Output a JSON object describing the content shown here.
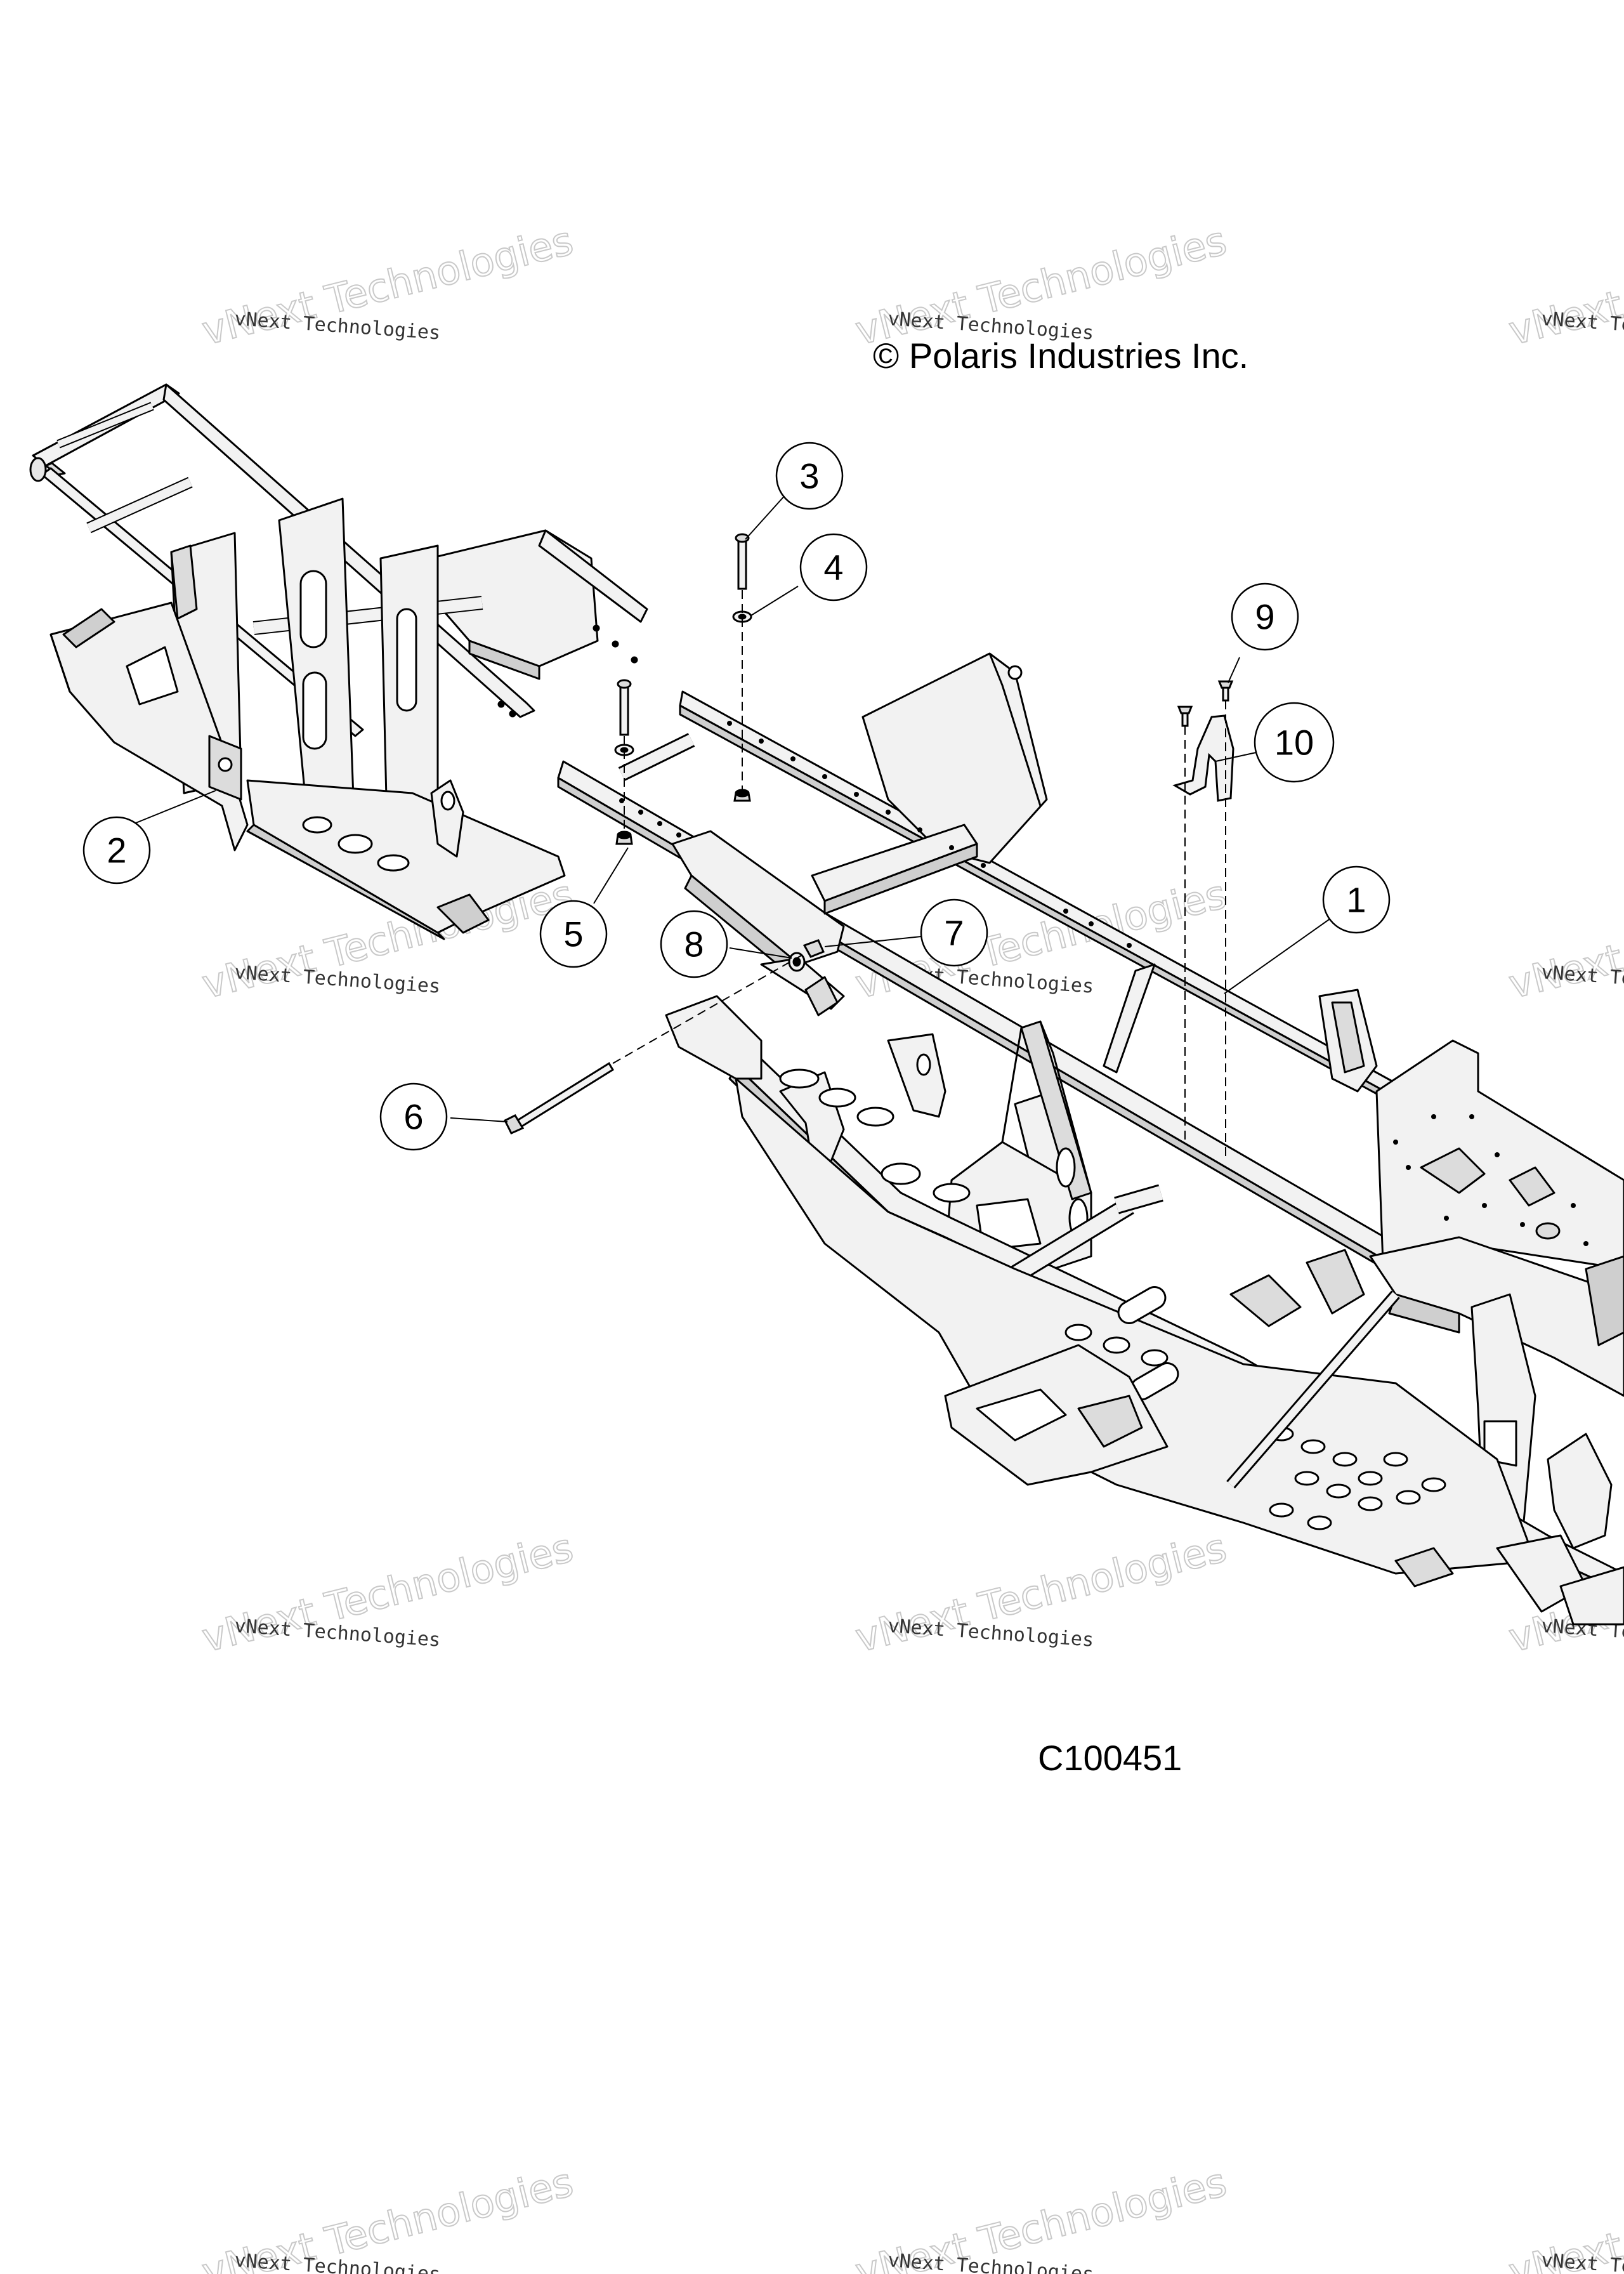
{
  "copyright": "© Polaris Industries Inc.",
  "figure_id": "C100451",
  "watermark": {
    "line1": "vNext Technologies",
    "line2": "vNext Technologies"
  },
  "callouts": [
    {
      "id": "callout-1",
      "label": "1"
    },
    {
      "id": "callout-2",
      "label": "2"
    },
    {
      "id": "callout-3",
      "label": "3"
    },
    {
      "id": "callout-4",
      "label": "4"
    },
    {
      "id": "callout-5",
      "label": "5"
    },
    {
      "id": "callout-6",
      "label": "6"
    },
    {
      "id": "callout-7",
      "label": "7"
    },
    {
      "id": "callout-8",
      "label": "8"
    },
    {
      "id": "callout-9",
      "label": "9"
    },
    {
      "id": "callout-10",
      "label": "10"
    }
  ],
  "colors": {
    "line": "#000000",
    "frame_fill": "#f2f2f2",
    "frame_shade": "#cfcfcf"
  }
}
